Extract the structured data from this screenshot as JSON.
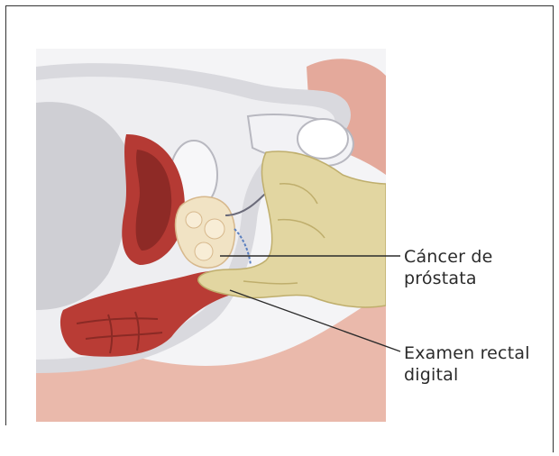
{
  "labels": {
    "cancer_line1": "Cáncer de",
    "cancer_line2": "próstata",
    "exam_line1": "Examen rectal",
    "exam_line2": "digital"
  },
  "colors": {
    "frame": "#333333",
    "text": "#2b2b2b",
    "skin": "#e9b5a6",
    "bone": "#e6e6e9",
    "tissue_red": "#b63a33",
    "glove": "#e0d5a0",
    "tumor": "#f1e3c4"
  }
}
